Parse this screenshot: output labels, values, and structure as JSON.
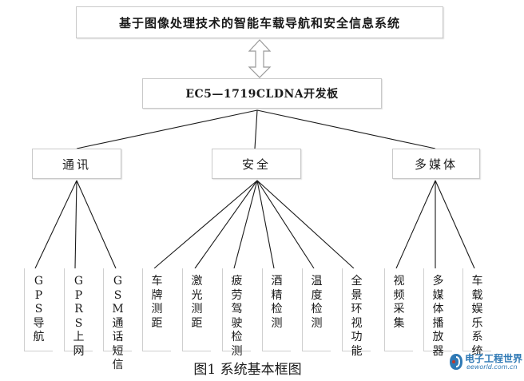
{
  "title": "基于图像处理技术的智能车载导航和安全信息系统",
  "board": "EC5—1719CLDNA开发板",
  "categories": [
    {
      "label": "通讯",
      "leaves": [
        "GPS导航",
        "GPRS上网",
        "GSM通话短信"
      ]
    },
    {
      "label": "安全",
      "leaves": [
        "车牌测距",
        "激光测距",
        "疲劳驾驶检测",
        "酒精检测",
        "温度检测",
        "全景环视功能"
      ]
    },
    {
      "label": "多媒体",
      "leaves": [
        "视频采集",
        "多媒体播放器",
        "车载娱乐系统"
      ]
    }
  ],
  "caption": "图1 系统基本框图",
  "watermark": {
    "title": "电子工程世界",
    "url": "eeworld.com.cn",
    "colors": {
      "brand": "#2f79b5",
      "mark": "#c0392b"
    }
  }
}
